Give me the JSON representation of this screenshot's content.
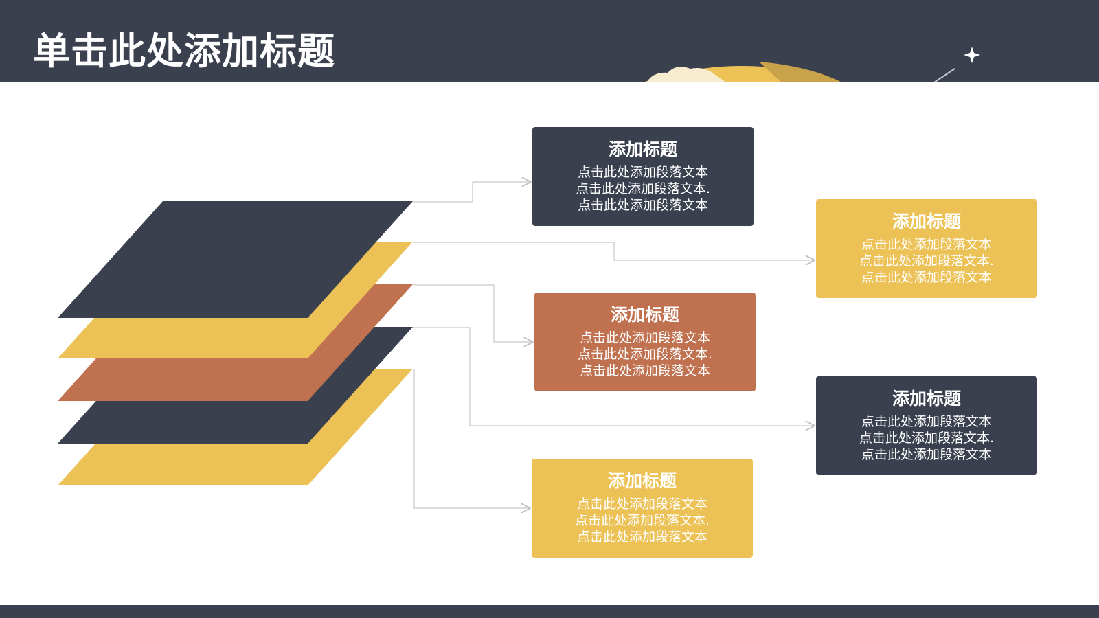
{
  "slide": {
    "title": "单击此处添加标题"
  },
  "colors": {
    "navy": "#3a404e",
    "yellow": "#ecc257",
    "orange": "#c0714f",
    "connector": "#c8c8c8",
    "background": "#ffffff"
  },
  "layers": [
    {
      "color": "navy"
    },
    {
      "color": "yellow"
    },
    {
      "color": "orange"
    },
    {
      "color": "navy"
    },
    {
      "color": "yellow"
    }
  ],
  "cards": [
    {
      "title": "添加标题",
      "lines": [
        "点击此处添加段落文本",
        "点击此处添加段落文本.",
        "点击此处添加段落文本"
      ],
      "color": "navy"
    },
    {
      "title": "添加标题",
      "lines": [
        "点击此处添加段落文本",
        "点击此处添加段落文本.",
        "点击此处添加段落文本"
      ],
      "color": "yellow"
    },
    {
      "title": "添加标题",
      "lines": [
        "点击此处添加段落文本",
        "点击此处添加段落文本.",
        "点击此处添加段落文本"
      ],
      "color": "orange"
    },
    {
      "title": "添加标题",
      "lines": [
        "点击此处添加段落文本",
        "点击此处添加段落文本.",
        "点击此处添加段落文本"
      ],
      "color": "navy"
    },
    {
      "title": "添加标题",
      "lines": [
        "点击此处添加段落文本",
        "点击此处添加段落文本.",
        "点击此处添加段落文本"
      ],
      "color": "yellow"
    }
  ]
}
